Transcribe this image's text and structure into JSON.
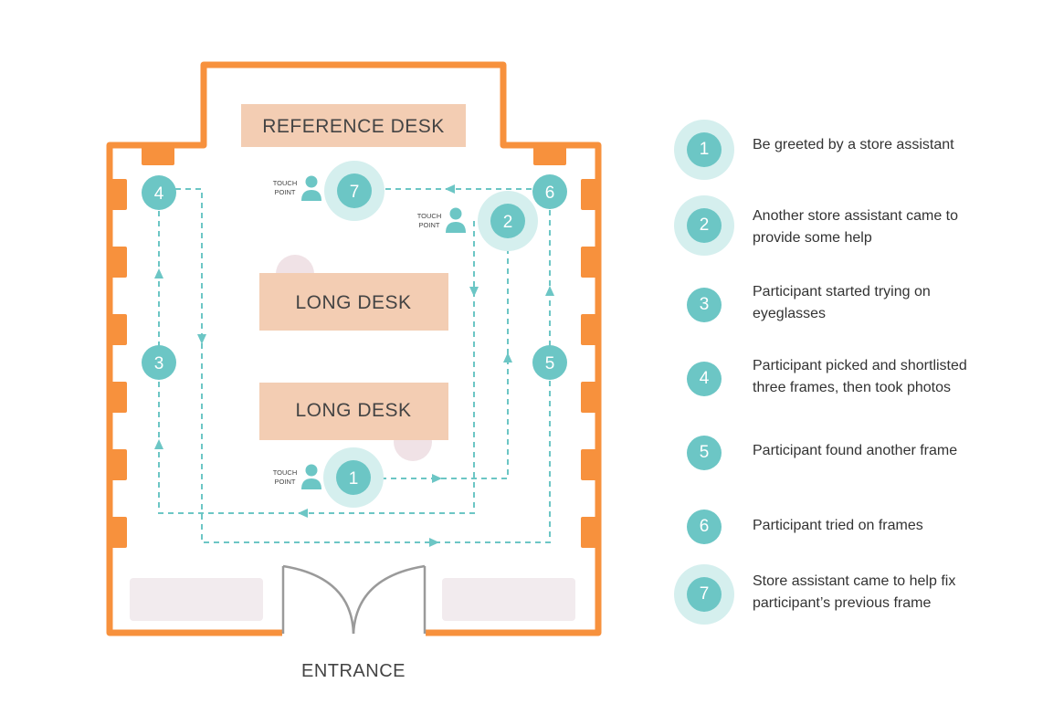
{
  "colors": {
    "wall": "#f7913d",
    "desk": "#f3cdb3",
    "path": "#6cc6c5",
    "step_halo": "#d5efee",
    "bench": "#f2ebee",
    "spot": "#f0e2e6",
    "door": "#9a9a9a",
    "text": "#333333"
  },
  "map": {
    "desks": {
      "reference": "REFERENCE DESK",
      "long_1": "LONG DESK",
      "long_2": "LONG DESK"
    },
    "entrance_label": "ENTRANCE",
    "touch_point_label": [
      "TOUCH",
      "POINT"
    ],
    "steps": [
      {
        "n": "1",
        "touch_point": true
      },
      {
        "n": "2",
        "touch_point": true
      },
      {
        "n": "3",
        "touch_point": false
      },
      {
        "n": "4",
        "touch_point": false
      },
      {
        "n": "5",
        "touch_point": false
      },
      {
        "n": "6",
        "touch_point": false
      },
      {
        "n": "7",
        "touch_point": true
      }
    ]
  },
  "legend": [
    {
      "n": "1",
      "lines": [
        "Be greeted by a store assistant"
      ],
      "touch_point": true
    },
    {
      "n": "2",
      "lines": [
        "Another store assistant came to",
        "provide some help"
      ],
      "touch_point": true
    },
    {
      "n": "3",
      "lines": [
        "Participant started trying on",
        "eyeglasses"
      ],
      "touch_point": false
    },
    {
      "n": "4",
      "lines": [
        "Participant picked and shortlisted",
        "three frames, then took photos"
      ],
      "touch_point": false
    },
    {
      "n": "5",
      "lines": [
        "Participant found another frame"
      ],
      "touch_point": false
    },
    {
      "n": "6",
      "lines": [
        "Participant tried on frames"
      ],
      "touch_point": false
    },
    {
      "n": "7",
      "lines": [
        "Store assistant came to help fix",
        "participant’s previous frame"
      ],
      "touch_point": true
    }
  ]
}
